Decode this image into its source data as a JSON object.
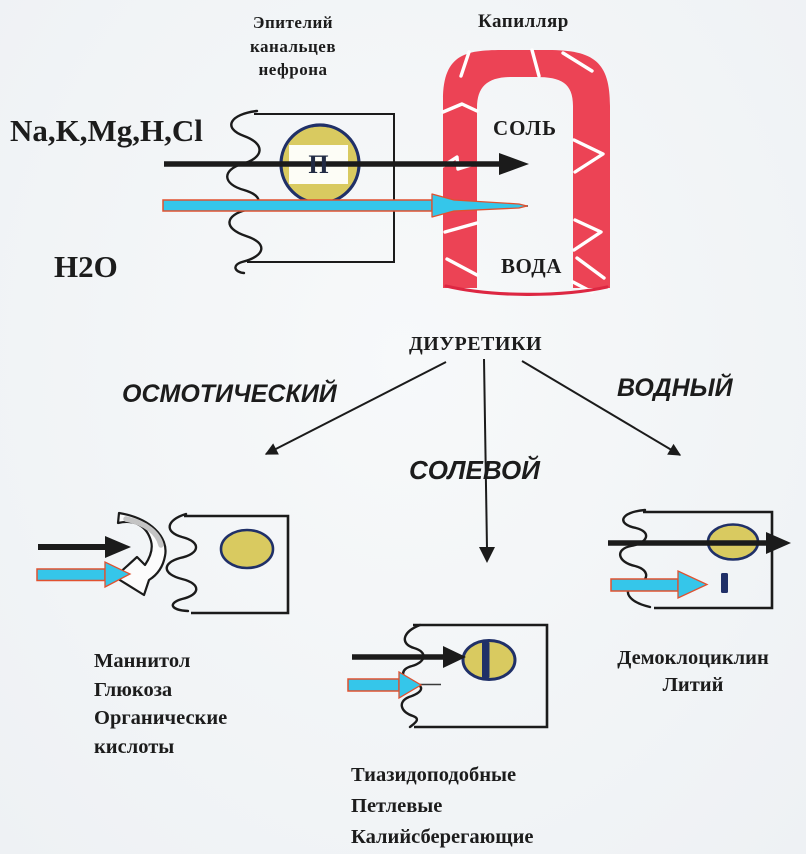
{
  "colors": {
    "background": "#f3f5f7",
    "ink": "#1b1b1b",
    "capillary_red": "#ec4355",
    "transporter_yellow": "#d9ca60",
    "outline_navy": "#203068",
    "water_cyan": "#35c6ea",
    "water_arrow_outline_red": "#e1512f"
  },
  "nephron": {
    "epithelium_label": "Эпителий\nканальцев\nнефрона",
    "capillary_label": "Капилляр",
    "ions_label": "Na,K,Mg,H,Cl",
    "water_label": "H2O",
    "salt_label": "СОЛЬ",
    "capillary_water_label": "ВОДА",
    "pump_letter": "П"
  },
  "classification": {
    "root_label": "ДИУРЕТИКИ",
    "branches": [
      {
        "label": "ОСМОТИЧЕСКИЙ",
        "drugs": "Маннитол\nГлюкоза\nОрганические\nкислоты"
      },
      {
        "label": "СОЛЕВОЙ",
        "drugs": "Тиазидоподобные\nПетлевые\nКалийсберегающие"
      },
      {
        "label": "ВОДНЫЙ",
        "drugs": "Демоклоциклин\nЛитий"
      }
    ]
  }
}
